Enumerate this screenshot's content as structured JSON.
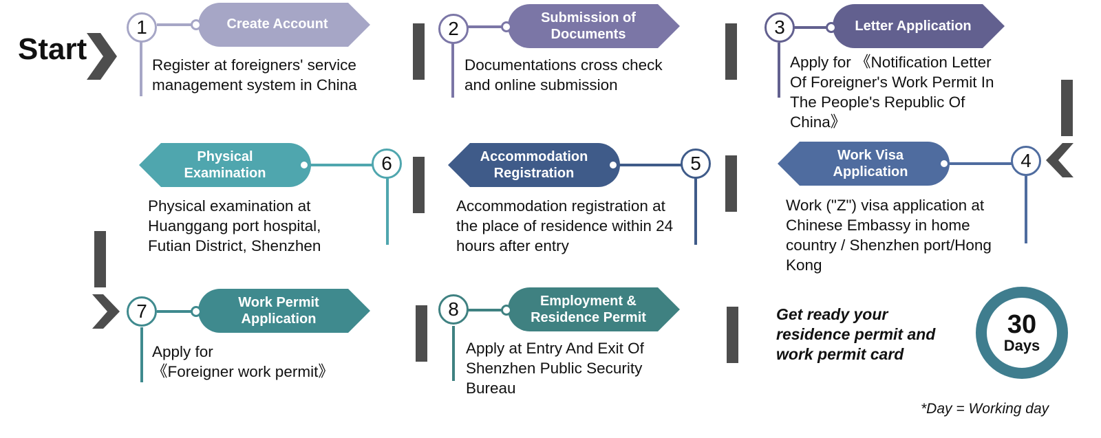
{
  "start_label": "Start",
  "steps": [
    {
      "number": "1",
      "title": "Create Account",
      "description": "Register at foreigners' service\nmanagement system in China",
      "color": "#a6a6c6"
    },
    {
      "number": "2",
      "title": "Submission  of\nDocuments",
      "description": "Documentations cross check\nand online submission",
      "color": "#7b76a6"
    },
    {
      "number": "3",
      "title": "Letter Application",
      "description": "Apply for 《Notification Letter\nOf Foreigner's Work Permit In\nThe People's Republic Of\nChina》",
      "color": "#62608f"
    },
    {
      "number": "4",
      "title": "Work Visa\nApplication",
      "description": "Work (\"Z\") visa application at\nChinese Embassy in home\ncountry / Shenzhen port/Hong\nKong",
      "color": "#4f6c9f"
    },
    {
      "number": "5",
      "title": "Accommodation\nRegistration",
      "description": "Accommodation registration at\nthe place of residence within 24\nhours after entry",
      "color": "#3f5b89"
    },
    {
      "number": "6",
      "title": "Physical\nExamination",
      "description": "Physical examination at\nHuanggang port hospital,\nFutian District, Shenzhen",
      "color": "#4fa6ae"
    },
    {
      "number": "7",
      "title": "Work Permit\nApplication",
      "description": "Apply for\n《Foreigner work permit》",
      "color": "#3f8a8e"
    },
    {
      "number": "8",
      "title": "Employment &\nResidence Permit",
      "description": "Apply at Entry And Exit Of\nShenzhen Public Security\nBureau",
      "color": "#3f8181"
    }
  ],
  "goal_text": "Get ready your\nresidence permit and\nwork permit card",
  "days_number": "30",
  "days_label": "Days",
  "footnote": "*Day = Working day",
  "colors": {
    "separator": "#4d4d4d",
    "chevron": "#4d4d4d",
    "ring": "#3f7d8e"
  }
}
